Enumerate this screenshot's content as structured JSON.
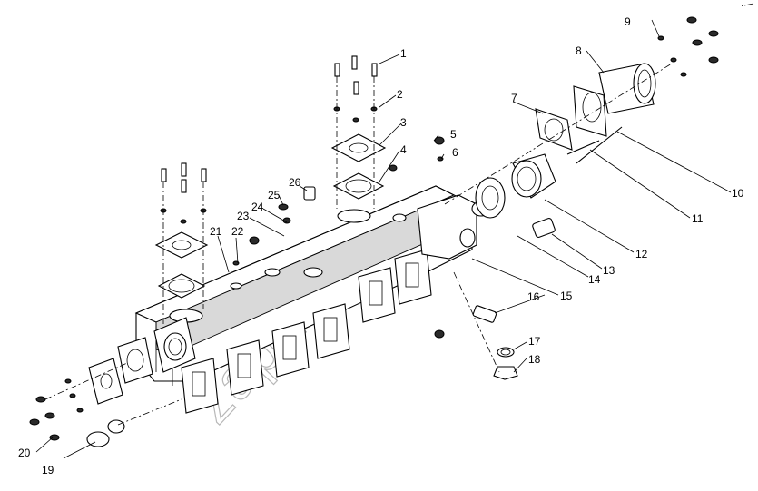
{
  "watermark": "zap-m.ru",
  "callouts": [
    {
      "num": "1"
    },
    {
      "num": "2"
    },
    {
      "num": "3"
    },
    {
      "num": "4"
    },
    {
      "num": "5"
    },
    {
      "num": "6"
    },
    {
      "num": "7"
    },
    {
      "num": "8"
    },
    {
      "num": "9"
    },
    {
      "num": "10"
    },
    {
      "num": "11"
    },
    {
      "num": "12"
    },
    {
      "num": "13"
    },
    {
      "num": "14"
    },
    {
      "num": "15"
    },
    {
      "num": "16"
    },
    {
      "num": "17"
    },
    {
      "num": "18"
    },
    {
      "num": "19"
    },
    {
      "num": "20"
    },
    {
      "num": "21"
    },
    {
      "num": "22"
    },
    {
      "num": "23"
    },
    {
      "num": "24"
    },
    {
      "num": "25"
    },
    {
      "num": "26"
    }
  ]
}
